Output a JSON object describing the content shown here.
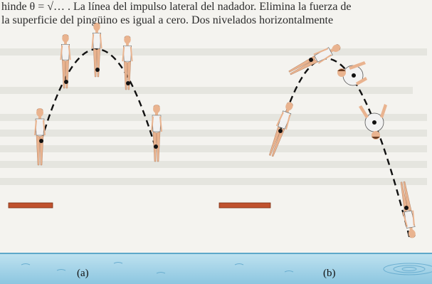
{
  "background_text": {
    "line1": "hinde θ = √… . La línea del impulso lateral del nadador. Elimina la fuerza de",
    "line2": "la superficie del pingüino es igual a cero. Dos nivelados horizontalmente"
  },
  "figure": {
    "panel_a": {
      "label": "(a)"
    },
    "panel_b": {
      "label": "(b)"
    }
  },
  "colors": {
    "water": "#9fd0e6",
    "water_dark": "#5fa8c9",
    "board": "#c0522e",
    "swimsuit": "#f2f2f2",
    "skin": "#e9b38f",
    "hair": "#6a3d22",
    "trajectory": "#111111"
  }
}
